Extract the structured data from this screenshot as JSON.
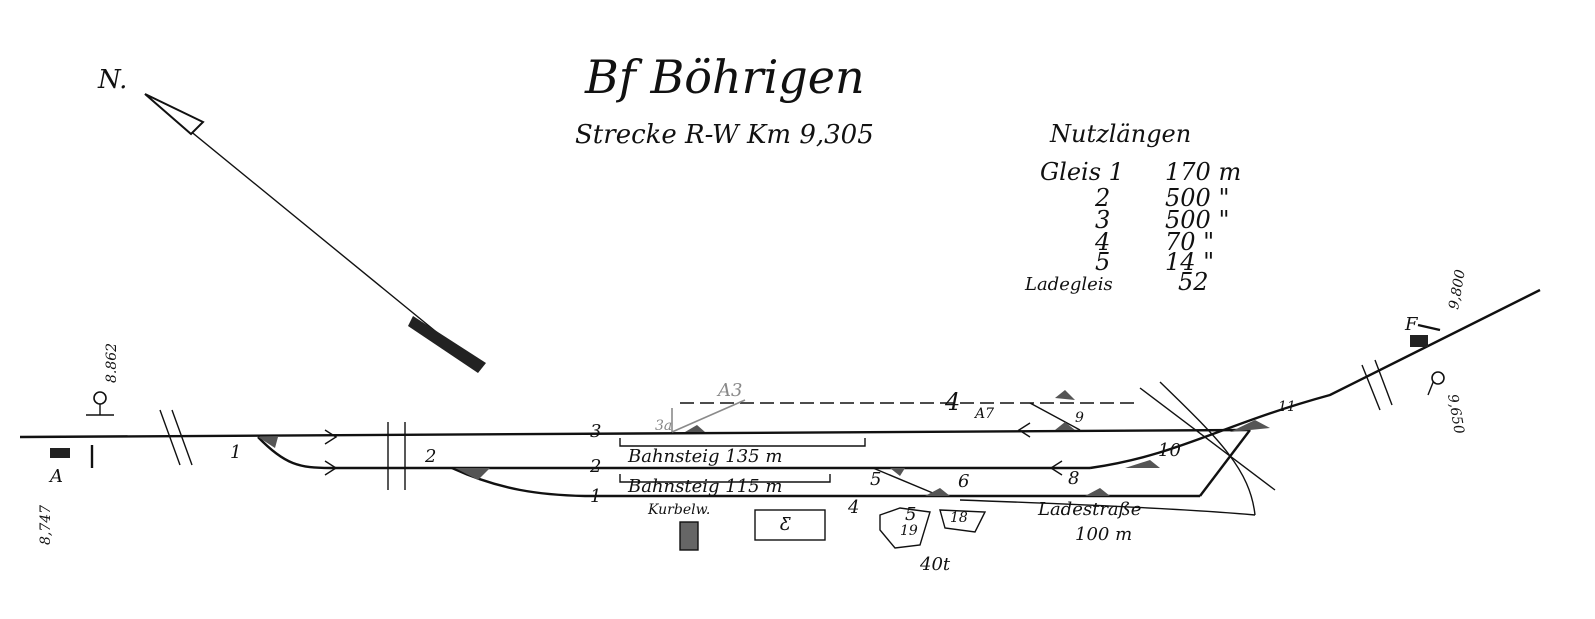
{
  "title": "Bf Böhrigen",
  "subtitle": "Strecke R-W  Km 9,305",
  "north": "N.",
  "lengths": {
    "heading": "Nutzlängen",
    "rows": [
      {
        "name": "Gleis 1",
        "value": "170 m"
      },
      {
        "name": "2",
        "value": "500 \""
      },
      {
        "name": "3",
        "value": "500 \""
      },
      {
        "name": "4",
        "value": "70 \""
      },
      {
        "name": "5",
        "value": "14 \""
      },
      {
        "name": "Ladegleis",
        "value": "52"
      }
    ]
  },
  "tracks": {
    "t1": "1",
    "t2": "2",
    "t3": "3",
    "t4": "4",
    "t5": "5"
  },
  "switches": {
    "s1": "1",
    "s2": "2",
    "s3a": "3a",
    "a3": "A3",
    "s5": "5",
    "s6": "6",
    "a7": "A7",
    "s8": "8",
    "s9": "9",
    "s10": "10",
    "s11": "11",
    "s18": "18",
    "s19": "19",
    "s4b": "4"
  },
  "platforms": {
    "p1": "Bahnsteig 135 m",
    "p2": "Bahnsteig 115 m"
  },
  "labels": {
    "kurbel": "Kurbelw.",
    "ladestrasse": "Ladestraße",
    "ladelen": "100 m",
    "load": "40t",
    "km_left_top": "8.862",
    "km_left_bottom": "8,747",
    "km_right_top": "9,800",
    "km_right_bottom": "9,650",
    "signal_a": "A",
    "signal_f": "F"
  }
}
